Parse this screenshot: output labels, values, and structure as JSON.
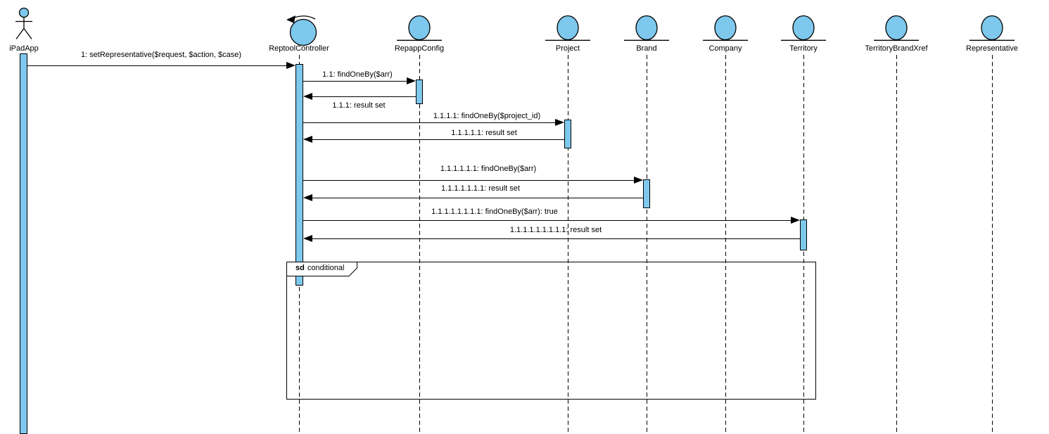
{
  "diagram": {
    "kind": "uml-sequence-diagram",
    "colors": {
      "shape_fill": "#7DC8EC",
      "stroke": "#000000",
      "background": "#FFFFFF"
    }
  },
  "participants": [
    {
      "name": "iPadApp",
      "icon": "actor-icon"
    },
    {
      "name": "ReptoolController",
      "icon": "controller-icon"
    },
    {
      "name": "RepappConfig",
      "icon": "entity-icon"
    },
    {
      "name": "Project",
      "icon": "entity-icon"
    },
    {
      "name": "Brand",
      "icon": "entity-icon"
    },
    {
      "name": "Company",
      "icon": "entity-icon"
    },
    {
      "name": "Territory",
      "icon": "entity-icon"
    },
    {
      "name": "TerritoryBrandXref",
      "icon": "entity-icon"
    },
    {
      "name": "Representative",
      "icon": "entity-icon"
    }
  ],
  "messages": [
    {
      "label": "1: setRepresentative($request, $action, $case)",
      "from": "iPadApp",
      "to": "ReptoolController",
      "kind": "call"
    },
    {
      "label": "1.1: findOneBy($arr)",
      "from": "ReptoolController",
      "to": "RepappConfig",
      "kind": "call"
    },
    {
      "label": "1.1.1: result set",
      "from": "RepappConfig",
      "to": "ReptoolController",
      "kind": "return"
    },
    {
      "label": "1.1.1.1: findOneBy($project_id)",
      "from": "ReptoolController",
      "to": "Project",
      "kind": "call"
    },
    {
      "label": "1.1.1.1.1: result set",
      "from": "Project",
      "to": "ReptoolController",
      "kind": "return"
    },
    {
      "label": "1.1.1.1.1.1: findOneBy($arr)",
      "from": "ReptoolController",
      "to": "Brand",
      "kind": "call"
    },
    {
      "label": "1.1.1.1.1.1.1: result set",
      "from": "Brand",
      "to": "ReptoolController",
      "kind": "return"
    },
    {
      "label": "1.1.1.1.1.1.1.1: findOneBy($arr): true",
      "from": "ReptoolController",
      "to": "Territory",
      "kind": "call"
    },
    {
      "label": "1.1.1.1.1.1.1.1.1: result set",
      "from": "Territory",
      "to": "ReptoolController",
      "kind": "return"
    }
  ],
  "frame": {
    "operator": "sd",
    "name": "conditional"
  }
}
